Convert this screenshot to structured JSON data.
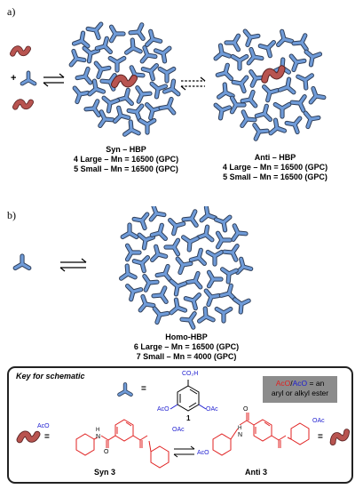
{
  "panel_a": {
    "label": "a)",
    "syn": {
      "title": "Syn – HBP",
      "line1": "4 Large – Mn = 16500 (GPC)",
      "line2": "5 Small – Mn = 16500 (GPC)"
    },
    "anti": {
      "title": "Anti – HBP",
      "line1": "4 Large – Mn = 16500 (GPC)",
      "line2": "5 Small – Mn = 16500 (GPC)"
    },
    "plus_sign": "+"
  },
  "panel_b": {
    "label": "b)",
    "homo": {
      "title": "Homo-HBP",
      "line1": "6 Large – Mn = 16500 (GPC)",
      "line2": "7 Small – Mn = 4000 (GPC)"
    }
  },
  "key": {
    "title": "Key for schematic",
    "equals": "=",
    "monomer_label": "1",
    "acid_group": "CO₂H",
    "ester_group_left": "AcO",
    "ester_group_right": "OAc",
    "legend_red": "AcO",
    "legend_slash": "/",
    "legend_blue": "AcO",
    "legend_tail_1": "= an",
    "legend_tail_2": "aryl or alkyl ester",
    "syn_label": "Syn 3",
    "anti_label": "Anti 3",
    "amide_h": "H",
    "amide_n": "N",
    "carbonyl_o": "O",
    "syn_ester": "AcO",
    "syn_ester_right": "OAc",
    "anti_ester_left": "AcO",
    "anti_ester_right": "OAc"
  },
  "colors": {
    "polymer_blue": "#6f9bd8",
    "polymer_dark": "#2f3f5a",
    "linker_red": "#b85450",
    "chem_red": "#e02020",
    "chem_blue": "#1c1cd0",
    "legend_grey": "#8c8c8c"
  }
}
